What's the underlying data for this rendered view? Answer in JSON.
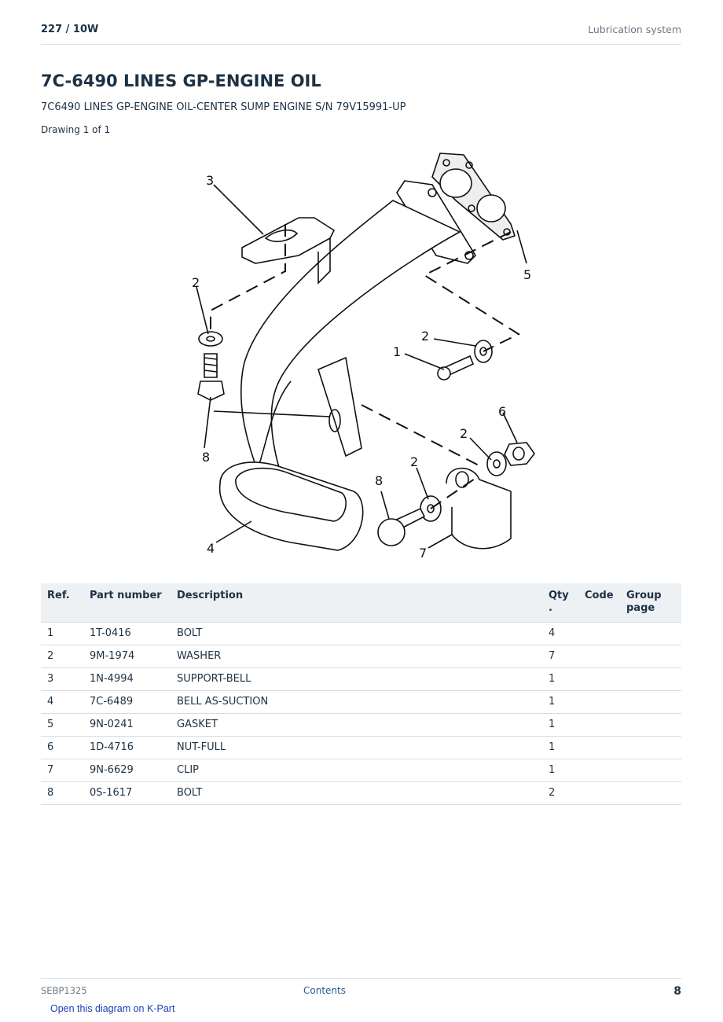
{
  "header": {
    "breadcrumb": "227  /  10W",
    "section": "Lubrication system"
  },
  "title": "7C-6490 LINES GP-ENGINE OIL",
  "subtitle": "7C6490 LINES GP-ENGINE OIL-CENTER SUMP ENGINE S/N 79V15991-UP",
  "drawing_label": "Drawing 1 of 1",
  "diagram": {
    "callouts": [
      "3",
      "2",
      "8",
      "5",
      "2",
      "1",
      "6",
      "2",
      "2",
      "8",
      "4",
      "7"
    ]
  },
  "table": {
    "headers": {
      "ref": "Ref.",
      "part": "Part number",
      "desc": "Description",
      "qty_line1": "Qty",
      "qty_line2": ".",
      "code": "Code",
      "group_line1": "Group",
      "group_line2": "page"
    },
    "rows": [
      {
        "ref": "1",
        "part": "1T-0416",
        "desc": "BOLT",
        "qty": "4",
        "code": "",
        "group": ""
      },
      {
        "ref": "2",
        "part": "9M-1974",
        "desc": "WASHER",
        "qty": "7",
        "code": "",
        "group": ""
      },
      {
        "ref": "3",
        "part": "1N-4994",
        "desc": "SUPPORT-BELL",
        "qty": "1",
        "code": "",
        "group": ""
      },
      {
        "ref": "4",
        "part": "7C-6489",
        "desc": "BELL AS-SUCTION",
        "qty": "1",
        "code": "",
        "group": ""
      },
      {
        "ref": "5",
        "part": "9N-0241",
        "desc": "GASKET",
        "qty": "1",
        "code": "",
        "group": ""
      },
      {
        "ref": "6",
        "part": "1D-4716",
        "desc": "NUT-FULL",
        "qty": "1",
        "code": "",
        "group": ""
      },
      {
        "ref": "7",
        "part": "9N-6629",
        "desc": "CLIP",
        "qty": "1",
        "code": "",
        "group": ""
      },
      {
        "ref": "8",
        "part": "0S-1617",
        "desc": "BOLT",
        "qty": "2",
        "code": "",
        "group": ""
      }
    ]
  },
  "footer": {
    "doc_id": "SEBP1325",
    "contents_link": "Contents",
    "page_number": "8"
  },
  "kpart_link": "Open this diagram on K-Part"
}
